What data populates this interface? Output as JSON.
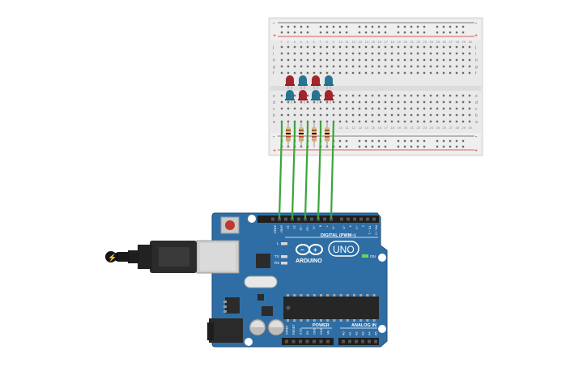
{
  "breadboard": {
    "rail_plus": "+",
    "rail_minus": "-",
    "row_letters_top": [
      "j",
      "i",
      "h",
      "g",
      "f"
    ],
    "row_letters_bottom": [
      "e",
      "d",
      "c",
      "b",
      "a"
    ],
    "column_count": 30
  },
  "arduino": {
    "logo_text": "ARDUINO",
    "uno_text": "UNO",
    "digital_label": "DIGITAL (PWM~)",
    "on_label": "ON",
    "power_label": "POWER",
    "analog_label": "ANALOG IN",
    "l_label": "L",
    "tx_label": "TX",
    "rx_label": "RX",
    "top_pin_labels": [
      "AREF",
      "GND",
      "13",
      "12",
      "~11",
      "~10",
      "~9",
      "8",
      "7",
      "~6",
      "~5",
      "4",
      "~3",
      "2",
      "TX→1",
      "RX←0"
    ],
    "power_pin_labels": [
      "IOREF",
      "RESET",
      "3.3V",
      "5V",
      "GND",
      "GND",
      "Vin"
    ],
    "analog_pin_labels": [
      "A0",
      "A1",
      "A2",
      "A3",
      "A4",
      "A5"
    ]
  },
  "components": {
    "led_colors": [
      "#9e1b22",
      "#1f6e8c",
      "#9e1b22",
      "#1f6e8c",
      "#1f6e8c",
      "#9e1b22",
      "#1f6e8c",
      "#9e1b22"
    ],
    "board_color": "#2f6ea5",
    "wire_color": "#3aa53a"
  }
}
